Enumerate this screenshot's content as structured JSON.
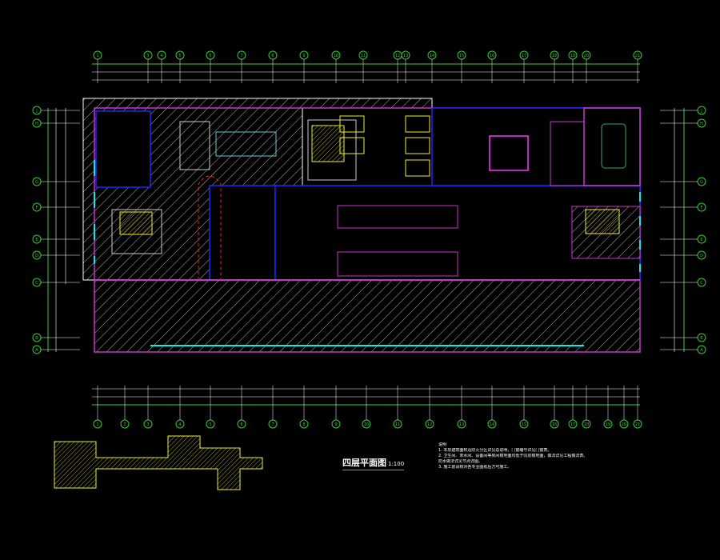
{
  "drawing": {
    "title": "四层平面图",
    "scale": "1:100",
    "notes_heading": "说明",
    "notes": [
      "1. 本层建筑面积及防火分区详见总说明，门窗编号详见门窗表。",
      "2. 卫生间、茶水间、设备间等房间楼地面均低于同层楼地面，做法详见工程做法表。",
      "   防水做法详见节点详图。",
      "3. 施工前请核对各专业图纸后方可施工。"
    ]
  },
  "axes": {
    "top": [
      "1",
      "3",
      "4",
      "5",
      "6",
      "7",
      "8",
      "9",
      "10",
      "11",
      "12",
      "13",
      "14",
      "15",
      "16",
      "17",
      "18",
      "19",
      "20",
      "21"
    ],
    "bottom": [
      "1",
      "2",
      "3",
      "4",
      "5",
      "6",
      "7",
      "8",
      "9",
      "10",
      "11",
      "12",
      "13",
      "14",
      "15",
      "16",
      "17",
      "18",
      "19",
      "20",
      "21"
    ],
    "left": [
      "J",
      "H",
      "G",
      "F",
      "E",
      "D",
      "C",
      "B",
      "A"
    ],
    "right": [
      "J",
      "H",
      "G",
      "F",
      "E",
      "D",
      "C",
      "B",
      "A"
    ]
  },
  "colors": {
    "background": "#000000",
    "axis": "#33cc33",
    "wall": "#ffffff",
    "partition": "#2222ff",
    "border": "#cc33cc",
    "window": "#00e5e5",
    "stair": "#ffff33",
    "hatch": "#dddddd"
  }
}
